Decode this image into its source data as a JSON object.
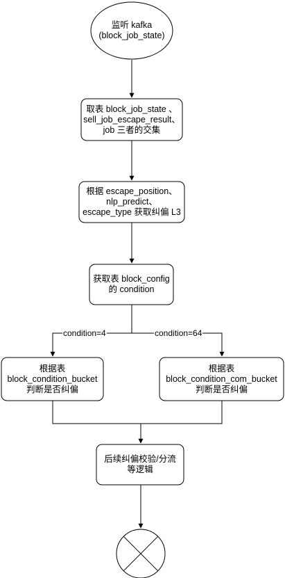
{
  "nodes": {
    "start": {
      "lines": [
        "监听 kafka",
        "(block_job_state)"
      ]
    },
    "intersect": {
      "lines": [
        "取表 block_job_state 、",
        "sell_job_escape_result、",
        "job 三者的交集"
      ]
    },
    "level": {
      "lines": [
        "根据 escape_position、",
        "nlp_predict、",
        "escape_type 获取纠偏 L3"
      ]
    },
    "config": {
      "lines": [
        "获取表 block_config",
        "的 condition"
      ]
    },
    "bucket": {
      "lines": [
        "根据表",
        "block_condition_bucket",
        "判断是否纠偏"
      ]
    },
    "com_bucket": {
      "lines": [
        "根据表",
        "block_condition_com_bucket",
        "判断是否纠偏"
      ]
    },
    "followup": {
      "lines": [
        "后续纠偏校验/分流",
        "等逻辑"
      ]
    }
  },
  "edges": {
    "left_label": "condition=4",
    "right_label": "condition=64"
  },
  "colors": {
    "stroke": "#000000",
    "fill": "#ffffff"
  },
  "icons": {
    "end": "terminator-x-circle"
  }
}
